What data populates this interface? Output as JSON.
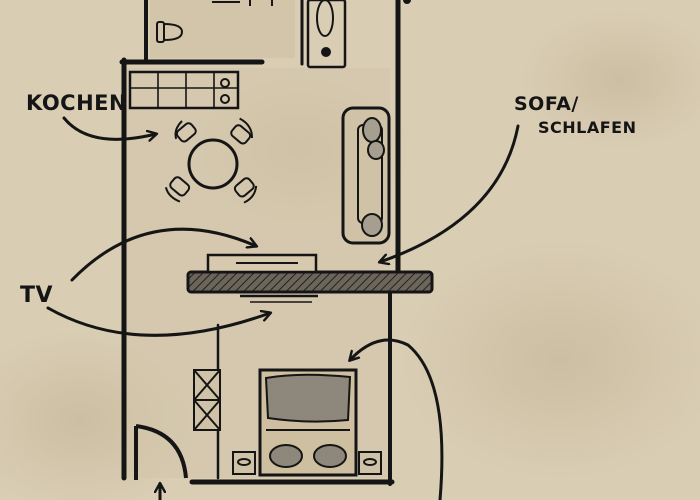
{
  "labels": {
    "kitchen": "KOCHEN",
    "sofa_line1": "SOFA/",
    "sofa_line2": "SCHLAFEN",
    "tv": "TV"
  },
  "colors": {
    "paper": "#d9cdb4",
    "paper_stain": "#c9bb9d",
    "ink": "#151515",
    "wall_hatch": "#555048",
    "bed_fill": "#8d877c"
  },
  "icons": [
    "kitchen-counter-icon",
    "stove-icon",
    "dining-table-icon",
    "chair-icon",
    "sofa-icon",
    "tv-stand-icon",
    "bed-icon",
    "pillow-icon",
    "nightstand-icon",
    "wardrobe-icon",
    "door-swing-icon",
    "toilet-icon",
    "shower-icon",
    "arrow-icon"
  ]
}
